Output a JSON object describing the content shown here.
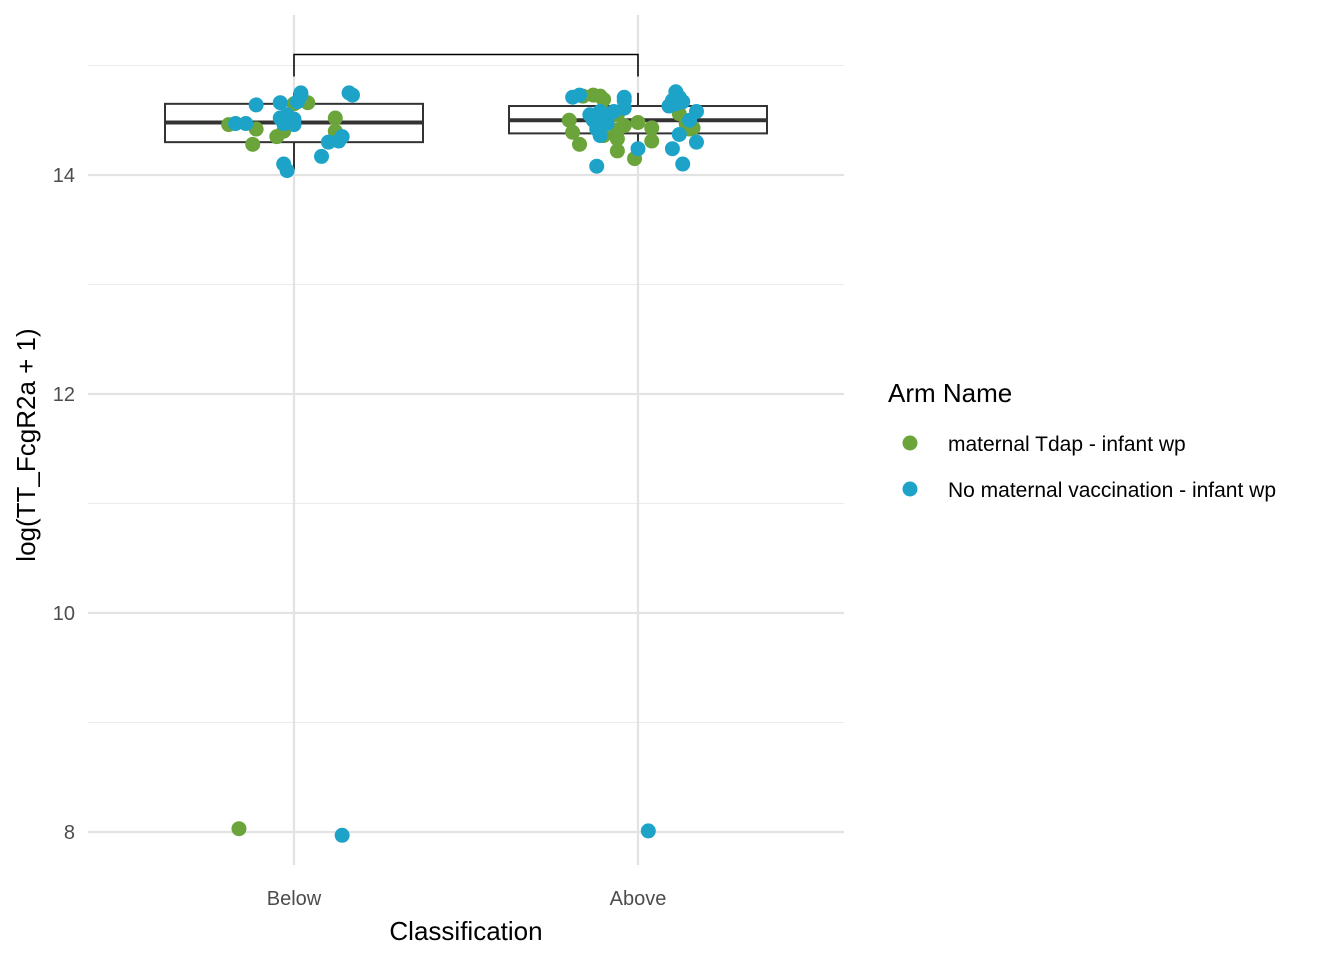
{
  "chart_data": {
    "type": "scatter",
    "overlay": "boxplot",
    "title": "",
    "xlabel": "Classification",
    "ylabel": "log(TT_FcgR2a + 1)",
    "categories": [
      "Below",
      "Above"
    ],
    "ylim": [
      7.6,
      15.5
    ],
    "yticks": [
      8,
      10,
      12,
      14
    ],
    "grid": true,
    "legend": {
      "title": "Arm Name",
      "placement": "right",
      "entries": [
        {
          "label": "maternal Tdap - infant wp",
          "color": "#6aa43a"
        },
        {
          "label": "No maternal vaccination - infant wp",
          "color": "#1ea3c8"
        }
      ]
    },
    "boxes": [
      {
        "category": "Below",
        "q1": 14.3,
        "median": 14.48,
        "q3": 14.65,
        "whisker_low": 14.05,
        "whisker_high": 14.75
      },
      {
        "category": "Above",
        "q1": 14.38,
        "median": 14.5,
        "q3": 14.63,
        "whisker_low": 14.1,
        "whisker_high": 14.75
      }
    ],
    "comparison_bracket": {
      "from": "Below",
      "to": "Above",
      "y": 15.1,
      "drop_to": 14.9
    },
    "series": [
      {
        "name": "maternal Tdap - infant wp",
        "color": "#6aa43a",
        "points": [
          {
            "category": "Below",
            "jitter": -0.19,
            "y": 14.46
          },
          {
            "category": "Below",
            "jitter": -0.11,
            "y": 14.42
          },
          {
            "category": "Below",
            "jitter": -0.12,
            "y": 14.28
          },
          {
            "category": "Below",
            "jitter": -0.05,
            "y": 14.35
          },
          {
            "category": "Below",
            "jitter": -0.03,
            "y": 14.4
          },
          {
            "category": "Below",
            "jitter": 0.0,
            "y": 14.65
          },
          {
            "category": "Below",
            "jitter": 0.04,
            "y": 14.66
          },
          {
            "category": "Below",
            "jitter": 0.12,
            "y": 14.52
          },
          {
            "category": "Below",
            "jitter": 0.12,
            "y": 14.4
          },
          {
            "category": "Below",
            "jitter": 0.13,
            "y": 14.33
          },
          {
            "category": "Below",
            "jitter": -0.16,
            "y": 8.03
          },
          {
            "category": "Above",
            "jitter": -0.2,
            "y": 14.5
          },
          {
            "category": "Above",
            "jitter": -0.19,
            "y": 14.39
          },
          {
            "category": "Above",
            "jitter": -0.17,
            "y": 14.28
          },
          {
            "category": "Above",
            "jitter": -0.16,
            "y": 14.72
          },
          {
            "category": "Above",
            "jitter": -0.13,
            "y": 14.73
          },
          {
            "category": "Above",
            "jitter": -0.1,
            "y": 14.69
          },
          {
            "category": "Above",
            "jitter": -0.11,
            "y": 14.72
          },
          {
            "category": "Above",
            "jitter": -0.1,
            "y": 14.57
          },
          {
            "category": "Above",
            "jitter": -0.1,
            "y": 14.48
          },
          {
            "category": "Above",
            "jitter": -0.1,
            "y": 14.36
          },
          {
            "category": "Above",
            "jitter": -0.06,
            "y": 14.22
          },
          {
            "category": "Above",
            "jitter": -0.06,
            "y": 14.55
          },
          {
            "category": "Above",
            "jitter": -0.04,
            "y": 14.45
          },
          {
            "category": "Above",
            "jitter": -0.06,
            "y": 14.41
          },
          {
            "category": "Above",
            "jitter": -0.06,
            "y": 14.33
          },
          {
            "category": "Above",
            "jitter": -0.01,
            "y": 14.15
          },
          {
            "category": "Above",
            "jitter": 0.0,
            "y": 14.48
          },
          {
            "category": "Above",
            "jitter": 0.04,
            "y": 14.43
          },
          {
            "category": "Above",
            "jitter": 0.04,
            "y": 14.31
          },
          {
            "category": "Above",
            "jitter": 0.12,
            "y": 14.56
          },
          {
            "category": "Above",
            "jitter": 0.14,
            "y": 14.47
          },
          {
            "category": "Above",
            "jitter": 0.15,
            "y": 14.42
          },
          {
            "category": "Above",
            "jitter": 0.16,
            "y": 14.43
          }
        ]
      },
      {
        "name": "No maternal vaccination - infant wp",
        "color": "#1ea3c8",
        "points": [
          {
            "category": "Below",
            "jitter": -0.17,
            "y": 14.47
          },
          {
            "category": "Below",
            "jitter": -0.14,
            "y": 14.47
          },
          {
            "category": "Below",
            "jitter": -0.11,
            "y": 14.64
          },
          {
            "category": "Below",
            "jitter": -0.04,
            "y": 14.66
          },
          {
            "category": "Below",
            "jitter": -0.04,
            "y": 14.52
          },
          {
            "category": "Below",
            "jitter": -0.03,
            "y": 14.47
          },
          {
            "category": "Below",
            "jitter": -0.02,
            "y": 14.55
          },
          {
            "category": "Below",
            "jitter": -0.03,
            "y": 14.1
          },
          {
            "category": "Below",
            "jitter": -0.02,
            "y": 14.04
          },
          {
            "category": "Below",
            "jitter": 0.0,
            "y": 14.46
          },
          {
            "category": "Below",
            "jitter": 0.0,
            "y": 14.51
          },
          {
            "category": "Below",
            "jitter": 0.01,
            "y": 14.67
          },
          {
            "category": "Below",
            "jitter": 0.02,
            "y": 14.73
          },
          {
            "category": "Below",
            "jitter": 0.02,
            "y": 14.75
          },
          {
            "category": "Below",
            "jitter": 0.08,
            "y": 14.17
          },
          {
            "category": "Below",
            "jitter": 0.1,
            "y": 14.3
          },
          {
            "category": "Below",
            "jitter": 0.13,
            "y": 14.31
          },
          {
            "category": "Below",
            "jitter": 0.14,
            "y": 14.35
          },
          {
            "category": "Below",
            "jitter": 0.16,
            "y": 14.75
          },
          {
            "category": "Below",
            "jitter": 0.17,
            "y": 14.73
          },
          {
            "category": "Below",
            "jitter": 0.14,
            "y": 7.97
          },
          {
            "category": "Above",
            "jitter": -0.19,
            "y": 14.71
          },
          {
            "category": "Above",
            "jitter": -0.17,
            "y": 14.73
          },
          {
            "category": "Above",
            "jitter": -0.14,
            "y": 14.55
          },
          {
            "category": "Above",
            "jitter": -0.13,
            "y": 14.5
          },
          {
            "category": "Above",
            "jitter": -0.12,
            "y": 14.45
          },
          {
            "category": "Above",
            "jitter": -0.12,
            "y": 14.08
          },
          {
            "category": "Above",
            "jitter": -0.12,
            "y": 14.42
          },
          {
            "category": "Above",
            "jitter": -0.11,
            "y": 14.36
          },
          {
            "category": "Above",
            "jitter": -0.11,
            "y": 14.58
          },
          {
            "category": "Above",
            "jitter": -0.09,
            "y": 14.52
          },
          {
            "category": "Above",
            "jitter": -0.09,
            "y": 14.47
          },
          {
            "category": "Above",
            "jitter": -0.07,
            "y": 14.58
          },
          {
            "category": "Above",
            "jitter": -0.04,
            "y": 14.61
          },
          {
            "category": "Above",
            "jitter": -0.04,
            "y": 14.68
          },
          {
            "category": "Above",
            "jitter": -0.04,
            "y": 14.71
          },
          {
            "category": "Above",
            "jitter": 0.0,
            "y": 14.24
          },
          {
            "category": "Above",
            "jitter": 0.09,
            "y": 14.63
          },
          {
            "category": "Above",
            "jitter": 0.1,
            "y": 14.68
          },
          {
            "category": "Above",
            "jitter": 0.11,
            "y": 14.76
          },
          {
            "category": "Above",
            "jitter": 0.12,
            "y": 14.71
          },
          {
            "category": "Above",
            "jitter": 0.11,
            "y": 14.65
          },
          {
            "category": "Above",
            "jitter": 0.13,
            "y": 14.67
          },
          {
            "category": "Above",
            "jitter": 0.12,
            "y": 14.37
          },
          {
            "category": "Above",
            "jitter": 0.13,
            "y": 14.1
          },
          {
            "category": "Above",
            "jitter": 0.15,
            "y": 14.5
          },
          {
            "category": "Above",
            "jitter": 0.17,
            "y": 14.58
          },
          {
            "category": "Above",
            "jitter": 0.17,
            "y": 14.3
          },
          {
            "category": "Above",
            "jitter": 0.1,
            "y": 14.24
          },
          {
            "category": "Above",
            "jitter": 0.03,
            "y": 8.01
          }
        ]
      }
    ]
  }
}
